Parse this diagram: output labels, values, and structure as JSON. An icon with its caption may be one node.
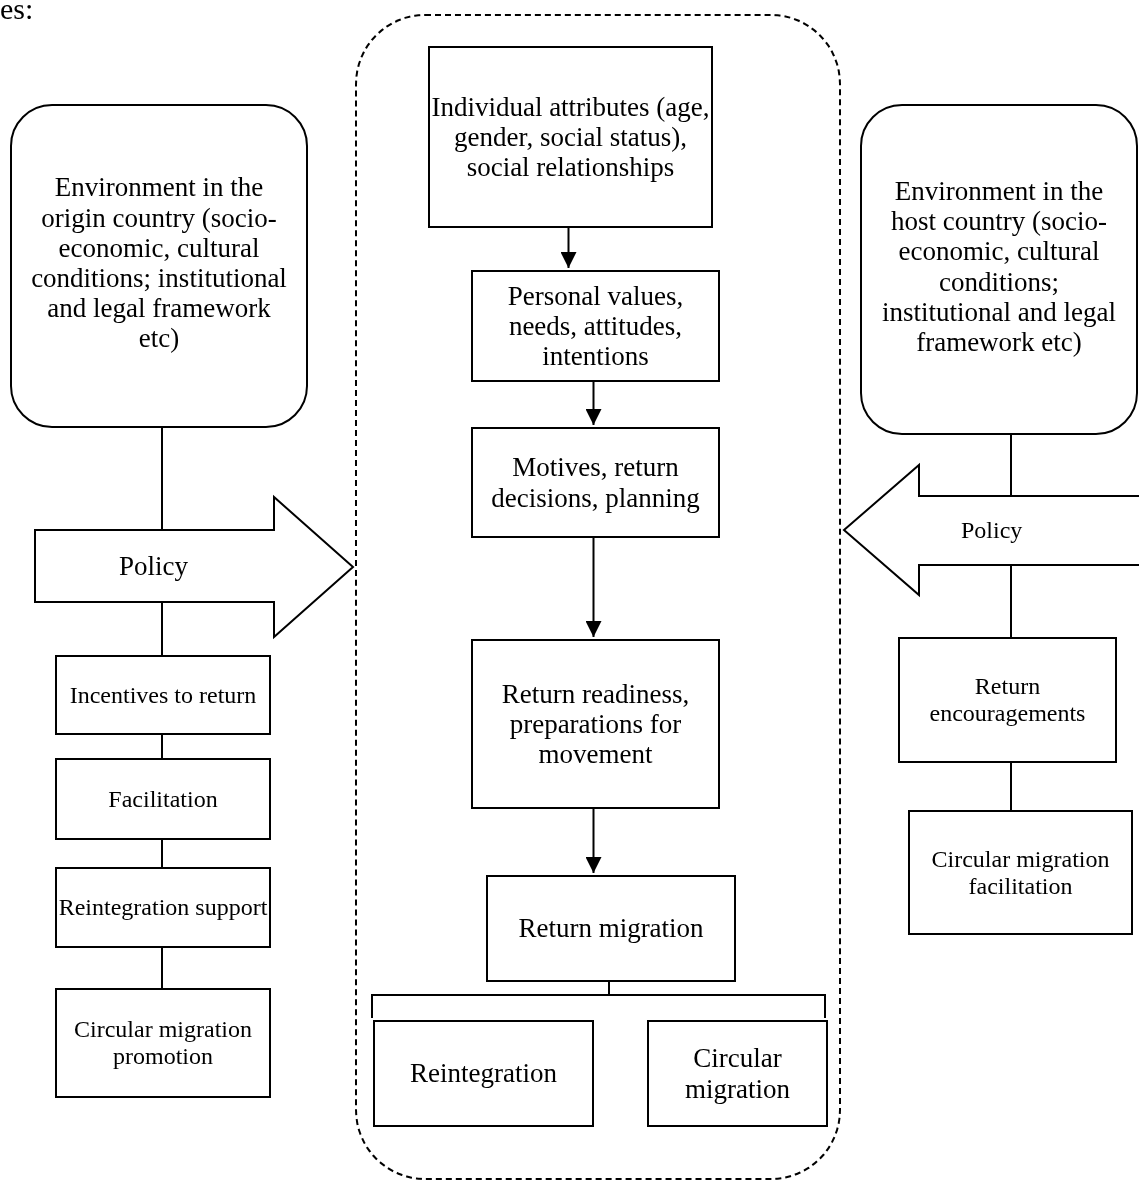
{
  "diagram": {
    "nodes": [
      {
        "text": [
          "Environment in the origin country (socio-economic, cultural conditions; institutional and legal framework etc)"
        ]
      },
      {
        "text": [
          "Policy"
        ]
      },
      {
        "text": [
          "Incentives to return"
        ]
      },
      {
        "text": [
          "Facilitation"
        ]
      },
      {
        "text": [
          "Reintegration support"
        ]
      },
      {
        "text": [
          "Circular migration promotion"
        ]
      },
      {
        "text": [],
        "shape": "box"
      },
      {
        "text": [
          "Individual attributes (age, gender, social status), social relationships"
        ],
        "in": 6
      },
      {
        "text": [
          "Personal values, needs, attitudes, intentions"
        ],
        "in": 6
      },
      {
        "text": [
          "Motives, return decisions, planning"
        ],
        "in": 6
      },
      {
        "text": [
          "Return readiness, preparations for movement"
        ],
        "in": 6
      },
      {
        "text": [
          "Return migration"
        ],
        "in": 6
      },
      {
        "text": [
          "Reintegration"
        ],
        "in": 6
      },
      {
        "text": [
          "Circular migration"
        ],
        "in": 6
      },
      {
        "text": [
          "Environment in the host country (socio-economic, cultural conditions; institutional and legal framework etc)"
        ]
      },
      {
        "text": [
          "Policy"
        ]
      },
      {
        "text": [
          "Return encouragements"
        ]
      },
      {
        "text": [
          "Circular migration facilitation"
        ]
      }
    ],
    "edges": [
      {
        "from": 0,
        "to": 1,
        "arrow": "none"
      },
      {
        "from": 1,
        "to": 2,
        "arrow": "none"
      },
      {
        "from": 2,
        "to": 3,
        "arrow": "none"
      },
      {
        "from": 3,
        "to": 4,
        "arrow": "none"
      },
      {
        "from": 4,
        "to": 5,
        "arrow": "none"
      },
      {
        "from": 7,
        "to": 8,
        "arrow": "to"
      },
      {
        "from": 8,
        "to": 9,
        "arrow": "to"
      },
      {
        "from": 9,
        "to": 10,
        "arrow": "to"
      },
      {
        "from": 10,
        "to": 11,
        "arrow": "to"
      },
      {
        "from": 11,
        "to": 12,
        "arrow": "none"
      },
      {
        "from": 11,
        "to": 13,
        "arrow": "none"
      },
      {
        "from": 14,
        "to": 15,
        "arrow": "none"
      },
      {
        "from": 15,
        "to": 16,
        "arrow": "none"
      },
      {
        "from": 16,
        "to": 17,
        "arrow": "none"
      }
    ],
    "labels": [
      "es:"
    ]
  }
}
